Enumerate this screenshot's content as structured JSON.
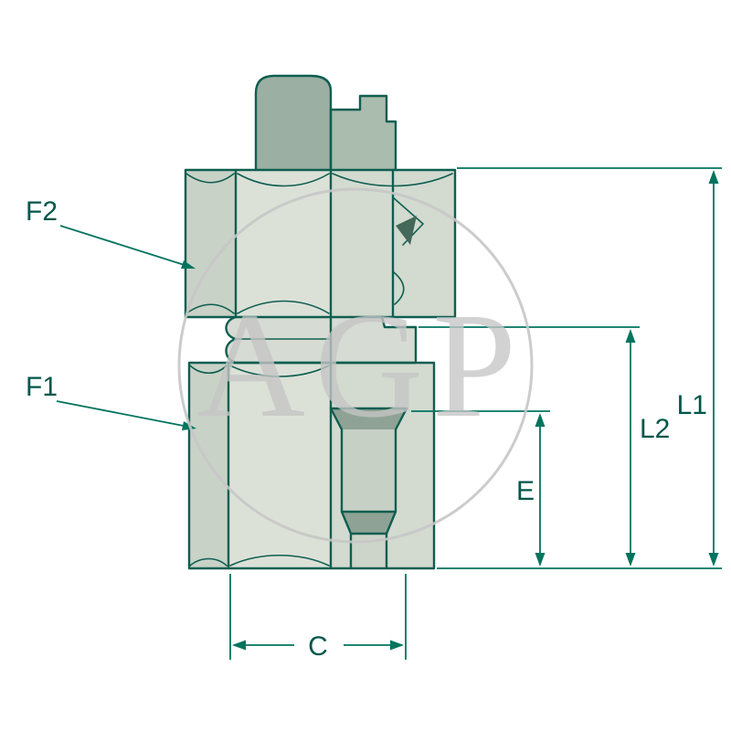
{
  "diagram": {
    "dimension_labels": {
      "f2": "F2",
      "f1": "F1",
      "l1": "L1",
      "l2": "L2",
      "e": "E",
      "c": "C"
    },
    "watermark": {
      "text": "AGP",
      "color": "#c6c6c6"
    },
    "colors": {
      "background": "#ffffff",
      "outline": "#0e5e50",
      "dimension_line": "#00745e",
      "label_text": "#00564a",
      "fill_face_dark": "#c9d2c7",
      "fill_face_light": "#dce1d8",
      "fill_section": "#d3dad0",
      "fill_tube": "#9bafa2",
      "fill_collar": "#aabcae",
      "fill_chamfer_dark": "#8ea395",
      "fill_bore": "#c6d0c5",
      "fill_wedge": "#44685a"
    }
  }
}
